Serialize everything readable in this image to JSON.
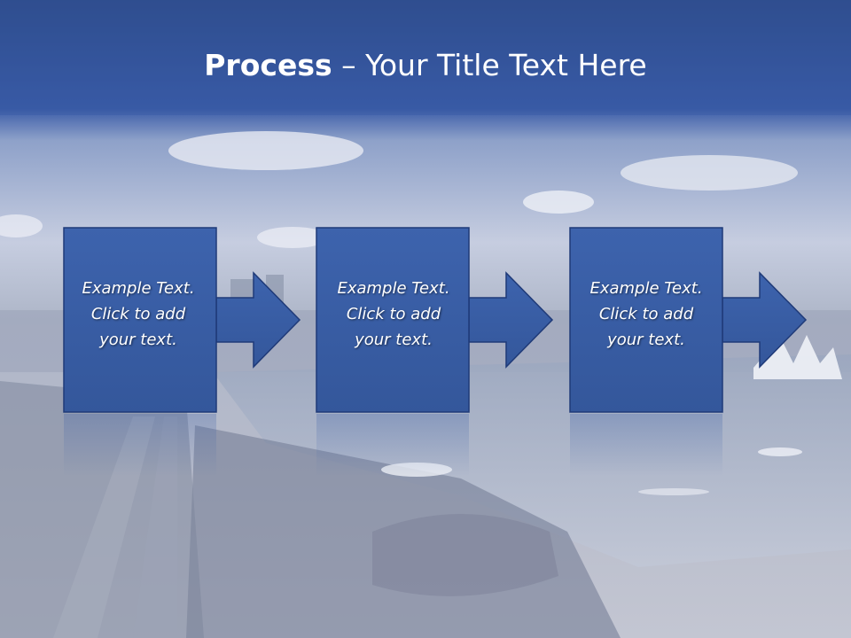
{
  "slide": {
    "title_bold": "Process",
    "title_rest": " – Your Title Text Here"
  },
  "steps": [
    {
      "line1": "Example Text.",
      "line2": "Click  to add",
      "line3": "your text."
    },
    {
      "line1": "Example Text.",
      "line2": "Click  to add",
      "line3": "your text."
    },
    {
      "line1": "Example Text.",
      "line2": "Click  to add",
      "line3": "your text."
    }
  ],
  "colors": {
    "header": "#31508f",
    "box_fill": "#3a5ea7",
    "box_border": "#1f3a78"
  }
}
